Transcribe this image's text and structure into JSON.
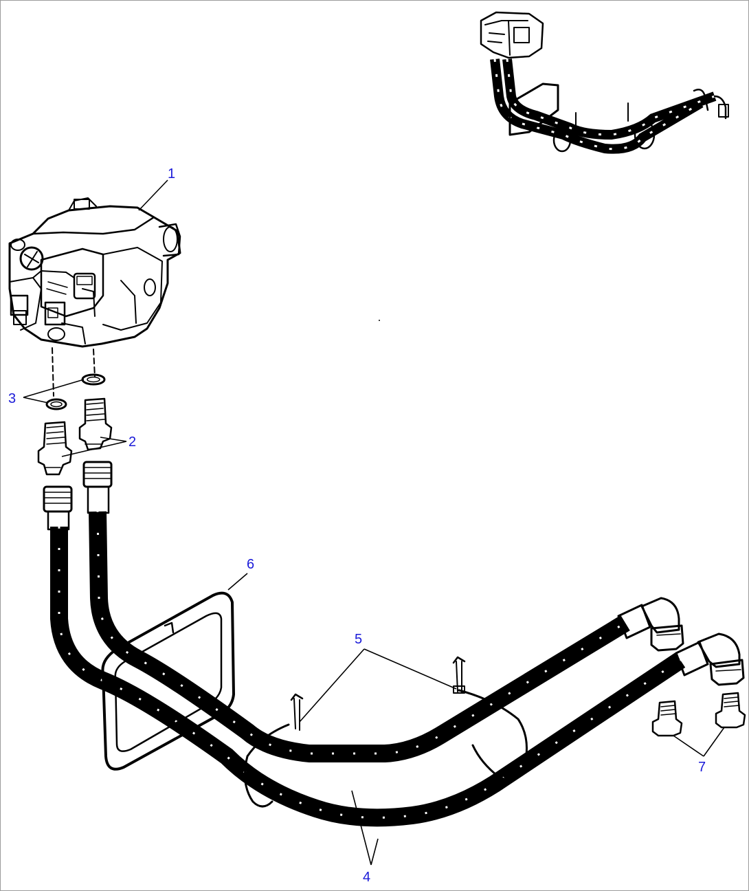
{
  "callouts": [
    {
      "id": "part-1",
      "label": "1"
    },
    {
      "id": "part-2",
      "label": "2"
    },
    {
      "id": "part-3",
      "label": "3"
    },
    {
      "id": "part-4",
      "label": "4"
    },
    {
      "id": "part-5",
      "label": "5"
    },
    {
      "id": "part-6",
      "label": "6"
    },
    {
      "id": "part-7",
      "label": "7"
    }
  ],
  "colors": {
    "callout_text": "#1a1ad8",
    "line": "#000000",
    "frame": "#9a9a9a"
  }
}
